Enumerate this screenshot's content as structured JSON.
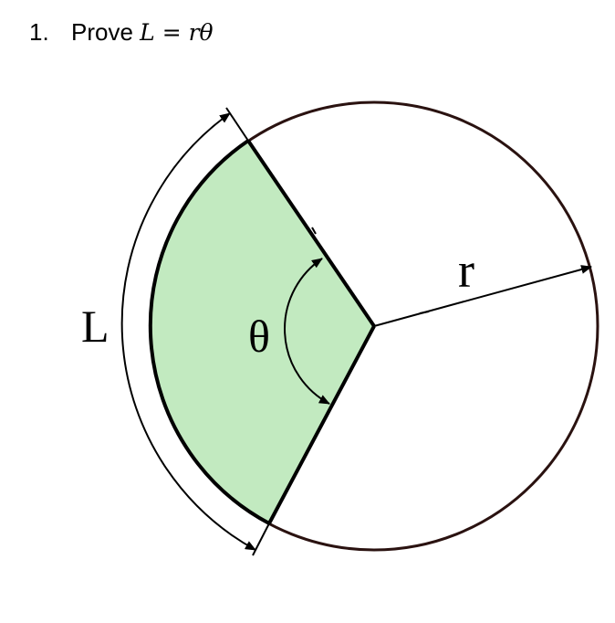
{
  "question": {
    "number": "1.",
    "prefix": "Prove ",
    "equation": "L = rθ"
  },
  "diagram": {
    "labels": {
      "arc_length": "L",
      "radius": "r",
      "angle": "θ"
    },
    "colors": {
      "sector_fill": "#c2eac0",
      "circle_stroke": "#2a1210",
      "line": "#000000"
    }
  }
}
